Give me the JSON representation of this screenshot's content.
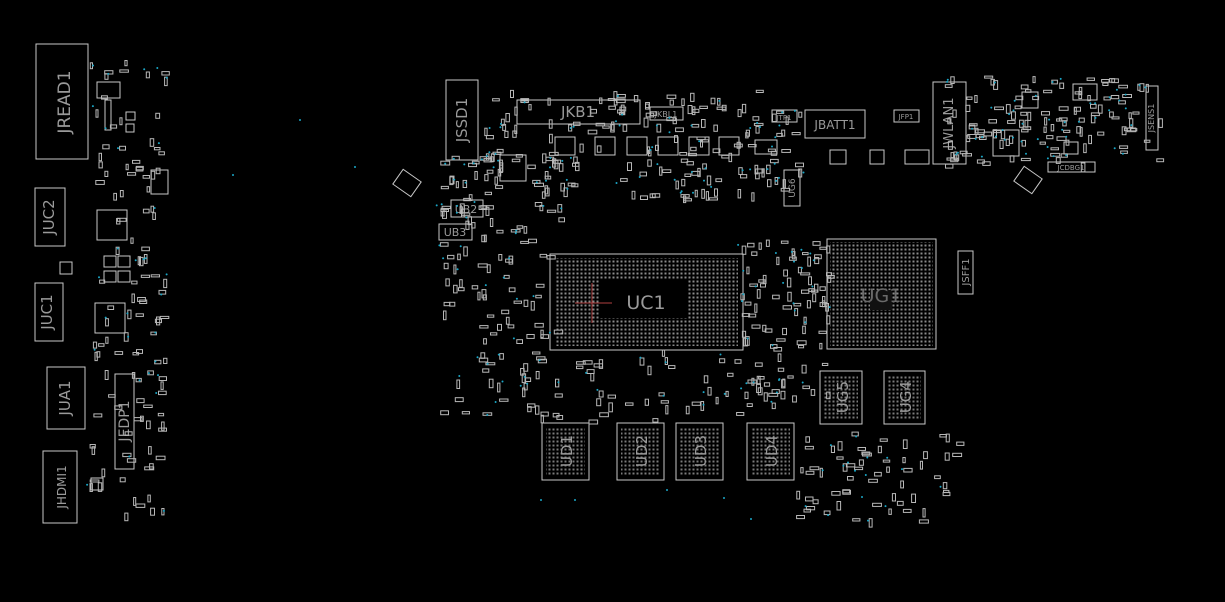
{
  "labels": {
    "jread1": "JREAD1",
    "juc2": "JUC2",
    "juc1": "JUC1",
    "jua1": "JUA1",
    "jedp1": "JEDP1",
    "jhdmi1": "JHDMI1",
    "jssd1": "JSSD1",
    "jkb1": "JKB1",
    "jkbl1": "JKBL1",
    "jtp1": "JTP1",
    "jbatt1": "JBATT1",
    "jfp1": "JFP1",
    "jwlan1": "JWLAN1",
    "jsens1": "JSENS1",
    "jcdbg1": "JCDBG1",
    "ub2": "UB2",
    "ub3": "UB3",
    "ug6": "UG6",
    "uc1": "UC1",
    "ug1": "UG1",
    "jsff1": "JSFF1",
    "ug5": "UG5",
    "ug4": "UG4",
    "ud1": "UD1",
    "ud2": "UD2",
    "ud3": "UD3",
    "ud4": "UD4"
  },
  "colors": {
    "background": "#000000",
    "outline": "#c8c8c8",
    "label": "#9a9a9a",
    "via": "#1aa7c7",
    "origin_marker": "#b04040"
  }
}
